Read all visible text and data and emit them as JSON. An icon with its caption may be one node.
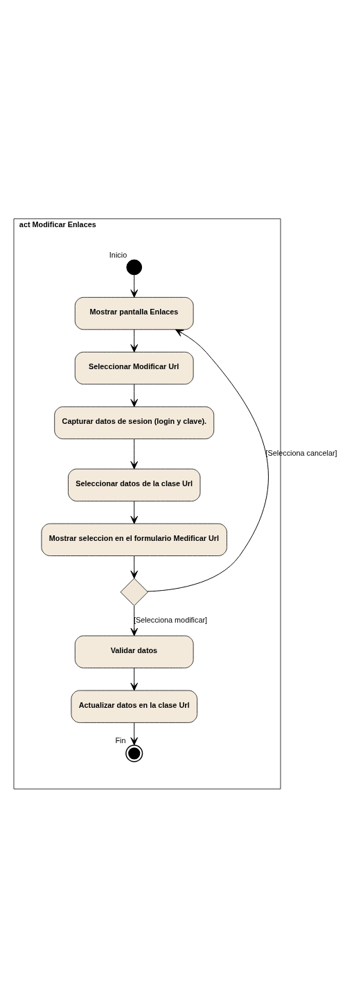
{
  "diagram": {
    "nodes": [
      {
        "text": [
          "act Modificar Enlaces"
        ]
      },
      {
        "text": [],
        "shape": "circle",
        "beside": [
          "Inicio"
        ],
        "in": 0
      },
      {
        "text": [
          "Mostrar pantalla Enlaces"
        ],
        "in": 0
      },
      {
        "text": [
          "Seleccionar Modificar Url"
        ],
        "in": 0
      },
      {
        "text": [
          "Capturar datos de sesion (login y clave)."
        ],
        "in": 0
      },
      {
        "text": [
          "Seleccionar datos de la clase Url"
        ],
        "in": 0
      },
      {
        "text": [
          "Mostrar seleccion en el formulario Medificar Url"
        ],
        "in": 0
      },
      {
        "text": [],
        "shape": "diamond",
        "in": 0
      },
      {
        "text": [
          "Validar datos"
        ],
        "in": 0
      },
      {
        "text": [
          "Actualizar datos en la clase Url"
        ],
        "in": 0
      },
      {
        "text": [],
        "shape": "circle",
        "beside": [
          "Fin"
        ],
        "in": 0
      }
    ],
    "edges": [
      {
        "from": 1,
        "to": 2,
        "arrow": "to"
      },
      {
        "from": 2,
        "to": 3,
        "arrow": "to"
      },
      {
        "from": 3,
        "to": 4,
        "arrow": "to"
      },
      {
        "from": 4,
        "to": 5,
        "arrow": "to"
      },
      {
        "from": 5,
        "to": 6,
        "arrow": "to"
      },
      {
        "from": 6,
        "to": 7,
        "arrow": "to"
      },
      {
        "from": 7,
        "to": 2,
        "arrow": "to",
        "label": "[Selecciona cancelar]"
      },
      {
        "from": 7,
        "to": 8,
        "arrow": "to",
        "label": "[Selecciona modificar]"
      },
      {
        "from": 8,
        "to": 9,
        "arrow": "to"
      },
      {
        "from": 9,
        "to": 10,
        "arrow": "to"
      }
    ]
  }
}
